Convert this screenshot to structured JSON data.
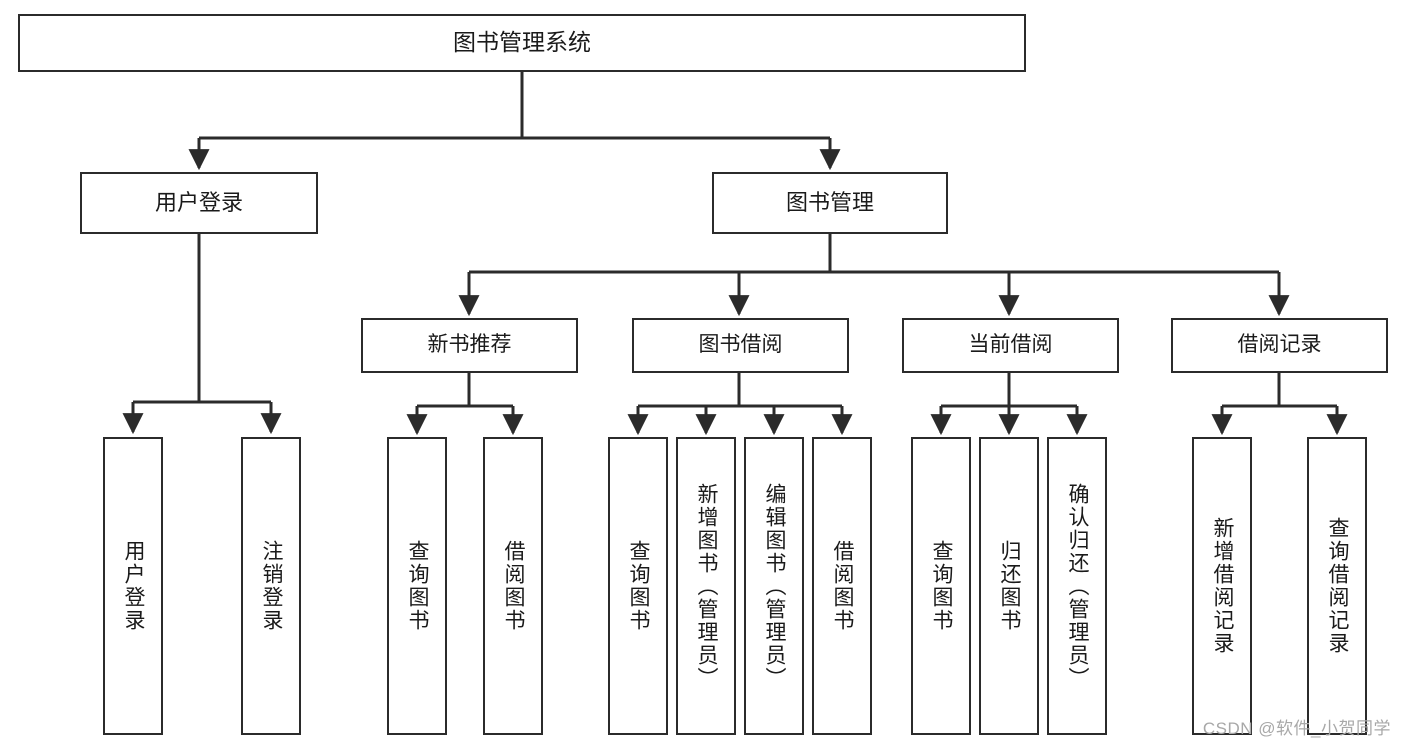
{
  "diagram": {
    "type": "tree-hierarchy",
    "title": "图书管理系统",
    "orientation": "top-down",
    "colors": {
      "stroke": "#2b2b2b",
      "fill": "#ffffff",
      "text": "#1a1a1a",
      "watermark": "#a8a8a8"
    },
    "root": {
      "label": "图书管理系统"
    },
    "level2": [
      {
        "label": "用户登录"
      },
      {
        "label": "图书管理"
      }
    ],
    "level3": [
      {
        "label": "新书推荐"
      },
      {
        "label": "图书借阅"
      },
      {
        "label": "当前借阅"
      },
      {
        "label": "借阅记录"
      }
    ],
    "leaves": {
      "user_login": [
        {
          "label": "用户登录"
        },
        {
          "label": "注销登录"
        }
      ],
      "new_book_recommend": [
        {
          "label": "查询图书"
        },
        {
          "label": "借阅图书"
        }
      ],
      "book_borrow": [
        {
          "label": "查询图书"
        },
        {
          "label": "新增图书（管理员）"
        },
        {
          "label": "编辑图书（管理员）"
        },
        {
          "label": "借阅图书"
        }
      ],
      "current_borrow": [
        {
          "label": "查询图书"
        },
        {
          "label": "归还图书"
        },
        {
          "label": "确认归还（管理员）"
        }
      ],
      "borrow_record": [
        {
          "label": "新增借阅记录"
        },
        {
          "label": "查询借阅记录"
        }
      ]
    }
  },
  "watermark": {
    "text": "CSDN @软件_小贺同学"
  }
}
